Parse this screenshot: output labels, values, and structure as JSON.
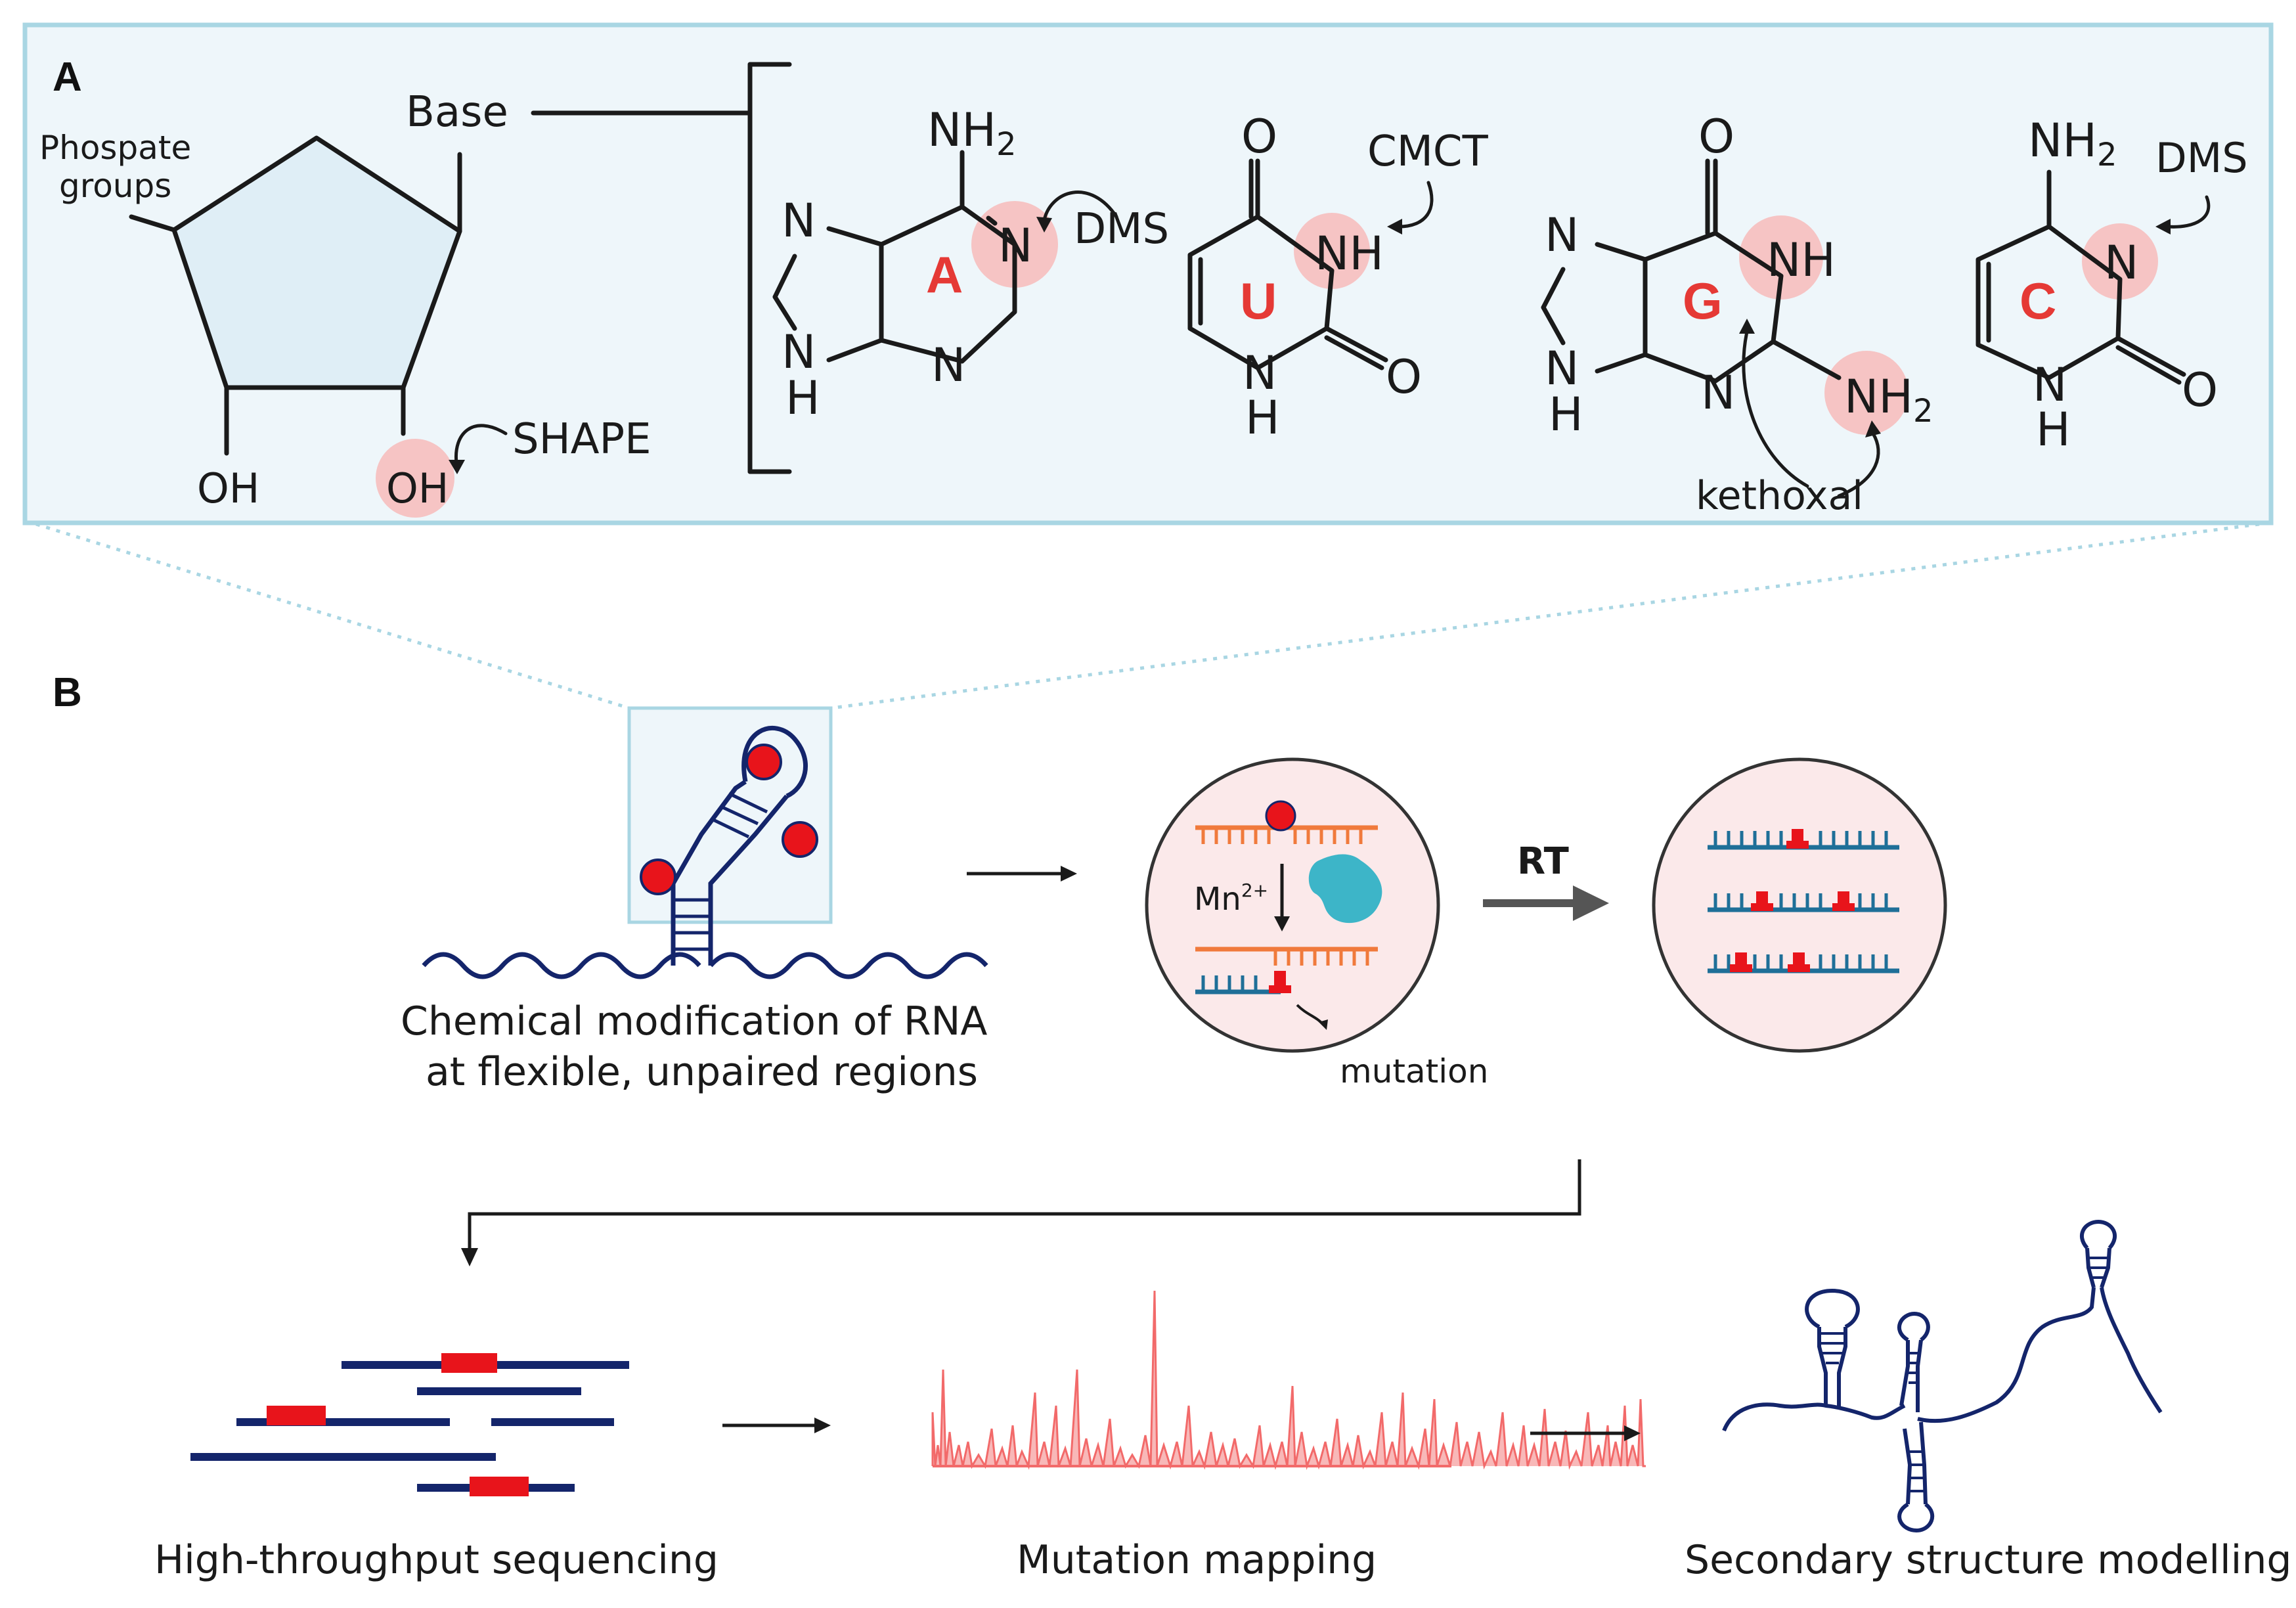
{
  "panelA": {
    "letter": "A",
    "phosphate_label_1": "Phospate",
    "phosphate_label_2": "groups",
    "base_label": "Base",
    "oh_left": "OH",
    "oh_right": "OH",
    "shape_reagent": "SHAPE",
    "bases": [
      {
        "letter": "A",
        "reagent": "DMS"
      },
      {
        "letter": "U",
        "reagent": "CMCT"
      },
      {
        "letter": "G",
        "reagent": "kethoxal"
      },
      {
        "letter": "C",
        "reagent": "DMS"
      }
    ],
    "atoms": {
      "N": "N",
      "NH": "NH",
      "H": "H",
      "O": "O",
      "NH2_main": "NH",
      "NH2_sub": "2"
    }
  },
  "panelB": {
    "letter": "B",
    "mod_caption_1": "Chemical modification of RNA",
    "mod_caption_2": "at flexible, unpaired regions",
    "mn_label": "Mn",
    "mn_sup": "2+",
    "mutation_label": "mutation",
    "rt_label": "RT",
    "seq_caption": "High-throughput sequencing",
    "mut_caption": "Mutation mapping",
    "struct_caption": "Secondary structure modelling"
  },
  "colors": {
    "modification_red": "#e8141b",
    "rna_navy": "#14256b",
    "orange_strand": "#f07a3c",
    "teal_strand": "#1f6f98",
    "enzyme_cyan": "#3db5c8",
    "highlight_pink": "#f6c4c4",
    "panel_bg": "#eef6fa",
    "panel_border": "#a9d6e3",
    "circle_fill": "#fbe9ea"
  }
}
